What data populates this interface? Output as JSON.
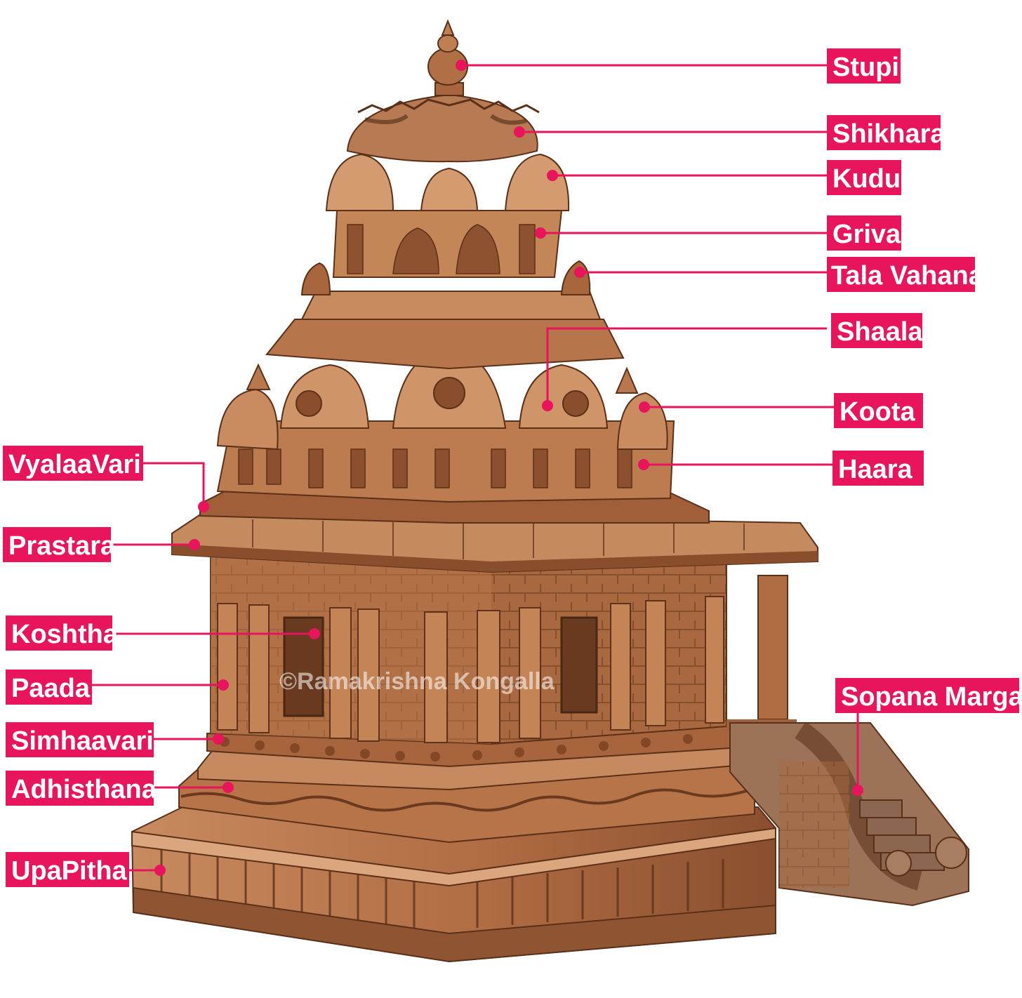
{
  "accent_color": "#e8145c",
  "stone_colors": {
    "light": "#d9a27c",
    "mid": "#b6754c",
    "dark": "#7a4426",
    "shadow": "#4e2a17"
  },
  "watermark": "©Ramakrishna Kongalla",
  "labels": {
    "stupi": "Stupi",
    "shikhara": "Shikhara",
    "kudu": "Kudu",
    "griva": "Griva",
    "tala_vahana": "Tala Vahana",
    "shaala": "Shaala",
    "koota": "Koota",
    "haara": "Haara",
    "vyalaavari": "VyalaaVari",
    "prastara": "Prastara",
    "koshtha": "Koshtha",
    "paada": "Paada",
    "simhaavari": "Simhaavari",
    "adhisthana": "Adhisthana",
    "upapitha": "UpaPitha",
    "sopana_marga": "Sopana Marga"
  }
}
